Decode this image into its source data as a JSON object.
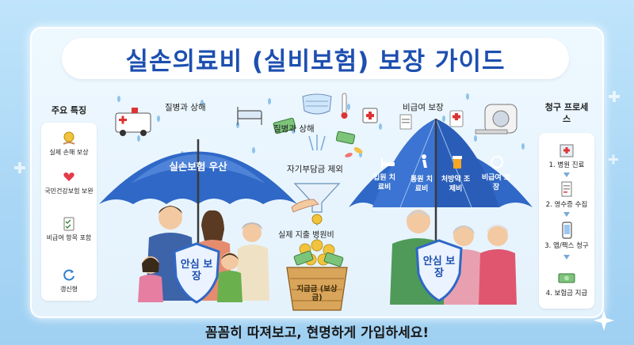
{
  "title": "실손의료비 (실비보험) 보장 가이드",
  "left_panel": {
    "heading": "주요 특징",
    "features": [
      {
        "label": "실제 손해 보상",
        "icon": "coin-hand-icon"
      },
      {
        "label": "국민건강보험 보완",
        "icon": "heart-hand-icon"
      },
      {
        "label": "비급여 항목 포함",
        "icon": "checklist-icon"
      },
      {
        "label": "갱신형",
        "icon": "refresh-icon"
      }
    ]
  },
  "center_left": {
    "top_label": "질병과 상해",
    "mid_label": "질병과 상해",
    "umbrella_label": "실손보험 우산",
    "deductible_label": "자기부담금 제외",
    "expense_label": "실제 지출 병원비",
    "shield_label": "안심 보장",
    "basket_label": "지급금 (보상금)"
  },
  "center_right": {
    "top_label": "비급여 보장",
    "umbrella_sections": [
      "입원 치료비",
      "통원 치료비",
      "처방약 조제비",
      "비급여 보장"
    ],
    "shield_label": "안심 보장"
  },
  "right_panel": {
    "heading": "청구 프로세스",
    "steps": [
      {
        "label": "1. 병원 진료",
        "icon": "hospital-icon"
      },
      {
        "label": "2. 영수증 수집",
        "icon": "receipt-icon"
      },
      {
        "label": "3. 앱/팩스 청구",
        "icon": "phone-app-icon"
      },
      {
        "label": "4. 보험금 지급",
        "icon": "money-icon"
      }
    ]
  },
  "footer": "꼼꼼히 따져보고, 현명하게 가입하세요!",
  "colors": {
    "title": "#1d4fb0",
    "umbrella": "#2f68c6",
    "background": "#bfe4fb"
  }
}
